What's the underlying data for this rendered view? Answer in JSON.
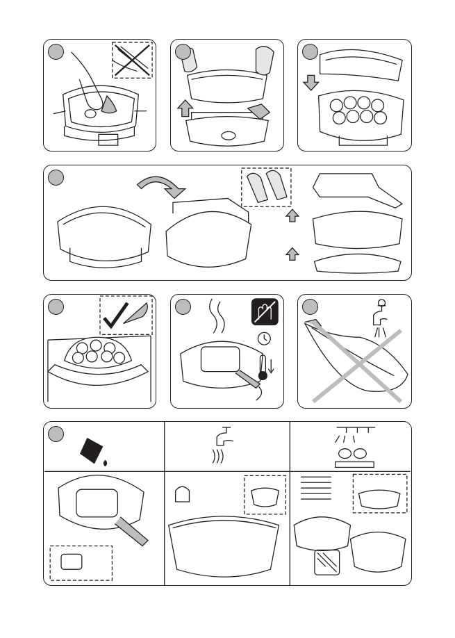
{
  "page": {
    "background": "#ffffff",
    "line_color": "#231f20",
    "fill_grey": "#bdbdbd"
  },
  "panels": [
    {
      "id": "p1",
      "icons": [
        "hand-with-spatula-icon",
        "no-metal-utensils-icon"
      ]
    },
    {
      "id": "p2",
      "icons": [
        "oven-mitts-icon",
        "arrow-up-icon"
      ]
    },
    {
      "id": "p3",
      "icons": [
        "lid-icon",
        "arrow-down-icon"
      ]
    },
    {
      "id": "p4",
      "icons": [
        "rotate-arrow-icon",
        "oven-mitts-icon",
        "arrow-up-icon"
      ]
    },
    {
      "id": "p5",
      "icons": [
        "check-mark-icon",
        "knife-icon"
      ]
    },
    {
      "id": "p6",
      "icons": [
        "no-touch-hand-icon",
        "timer-icon",
        "thermometer-icon",
        "steam-icon"
      ]
    },
    {
      "id": "p7",
      "icons": [
        "water-tap-icon",
        "cross-icon"
      ]
    },
    {
      "id": "p8",
      "icons": [
        "cloth-icon",
        "water-tap-icon",
        "dishwasher-icon",
        "skewers-icon",
        "grill-rack-icon"
      ]
    }
  ]
}
